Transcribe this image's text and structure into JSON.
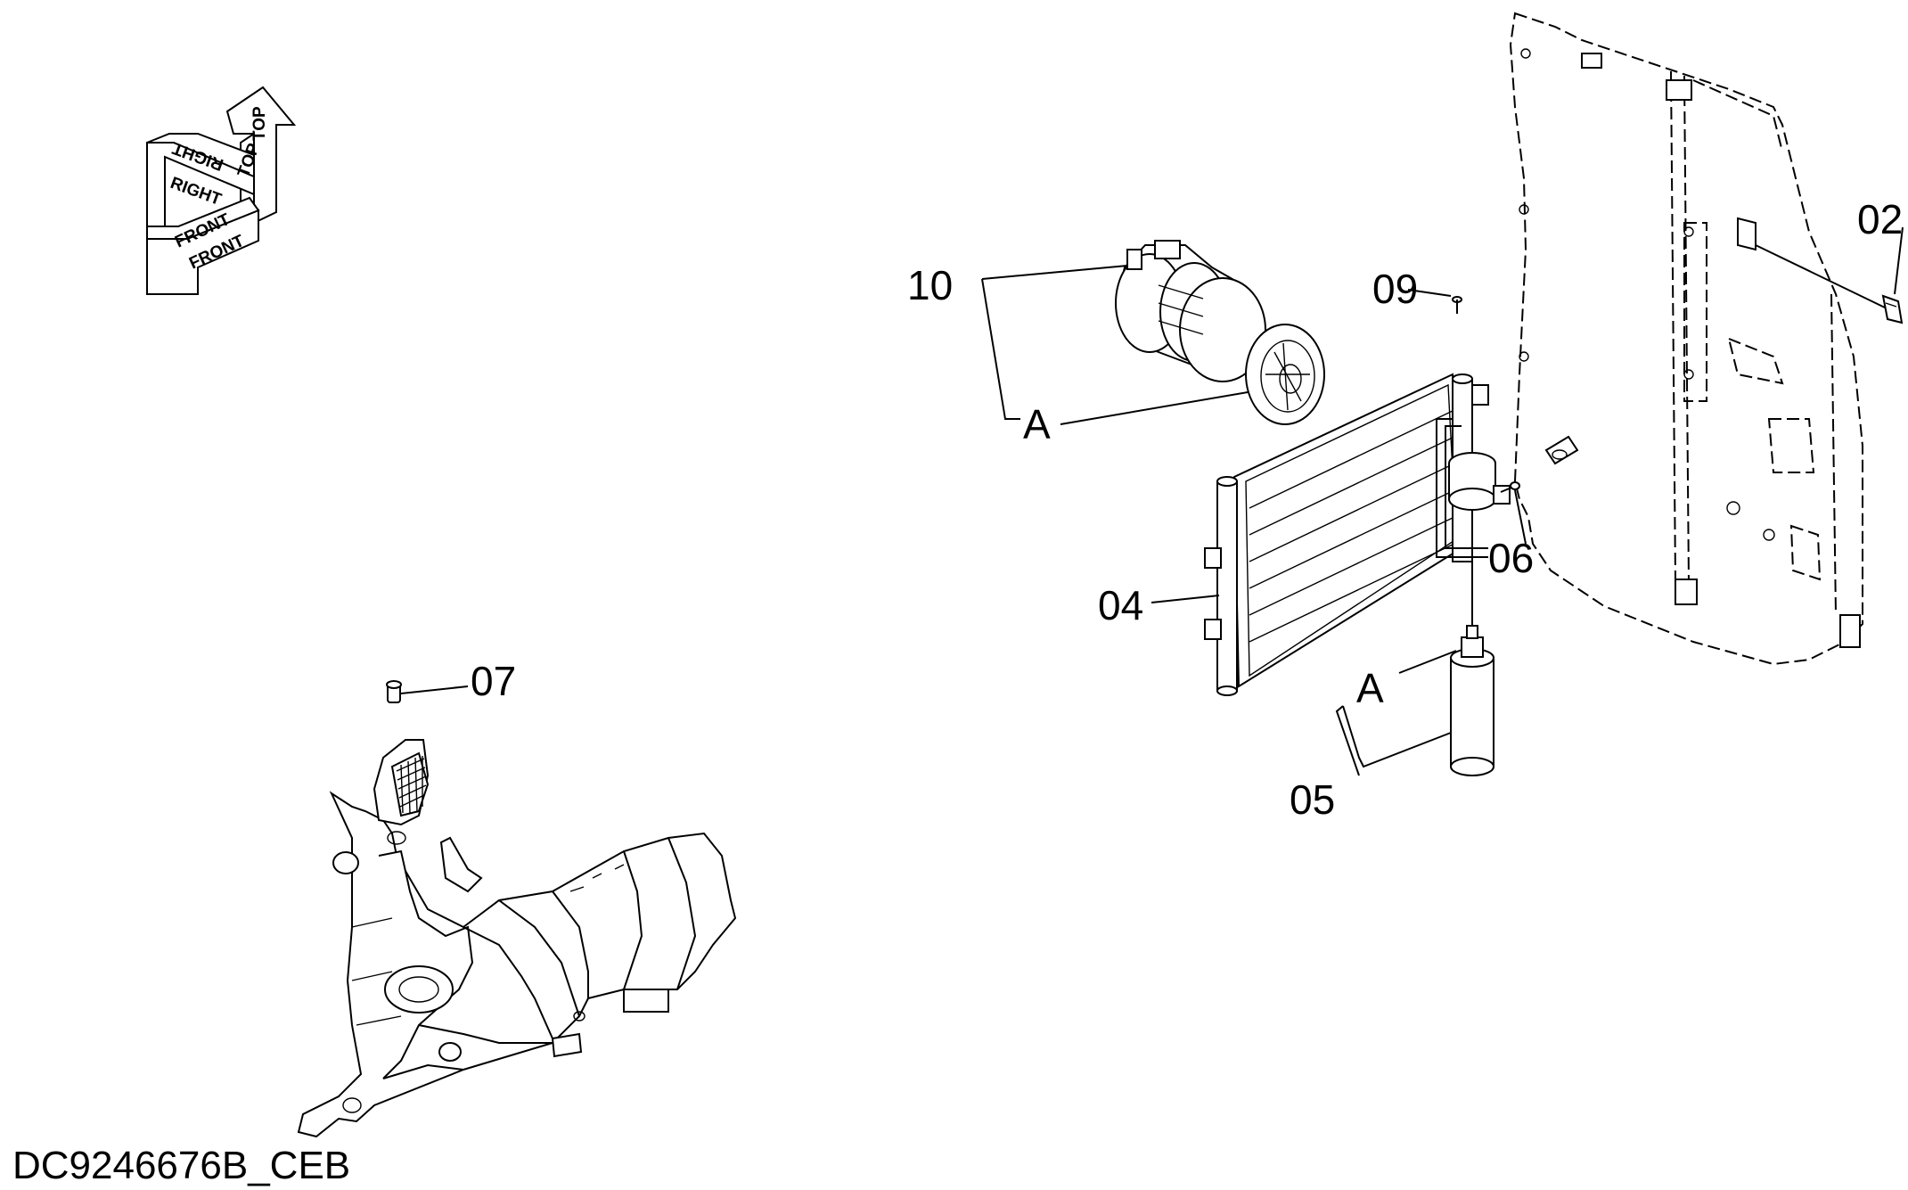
{
  "orientation_labels": {
    "top_a": "TOP",
    "top_b": "TOP",
    "right_a": "RIGHT",
    "right_b": "RIGHT",
    "front_a": "FRONT",
    "front_b": "FRONT"
  },
  "callouts": {
    "p02": "02",
    "p04": "04",
    "p05": "05",
    "p06": "06",
    "p07": "07",
    "p09": "09",
    "p10": "10",
    "a_compressor": "A",
    "a_receiver": "A"
  },
  "document_id": "DC9246676B_CEB"
}
